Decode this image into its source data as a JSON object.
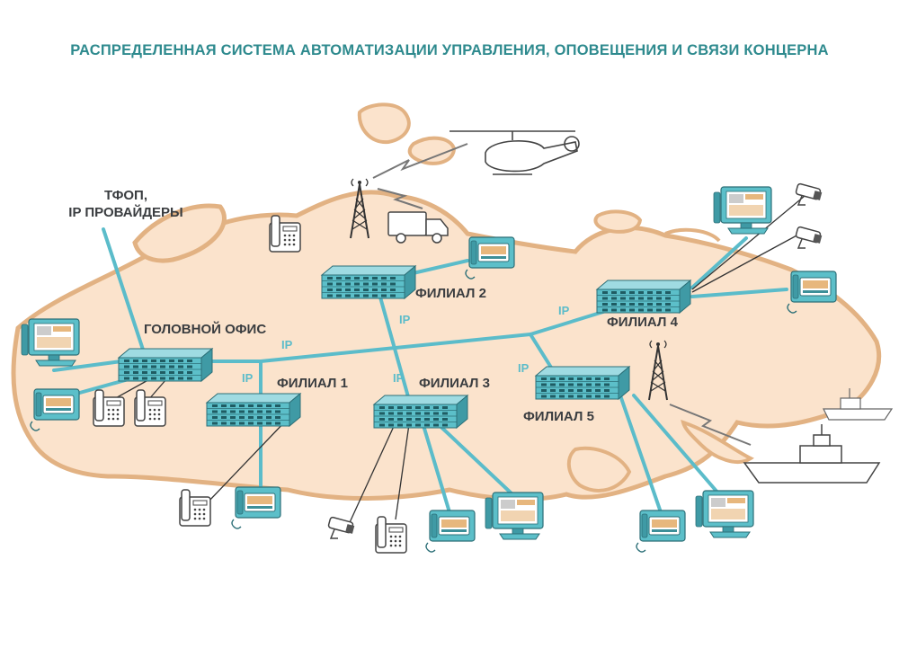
{
  "title": "РАСПРЕДЕЛЕННАЯ СИСТЕМА АВТОМАТИЗАЦИИ УПРАВЛЕНИЯ, ОПОВЕЩЕНИЯ И СВЯЗИ КОНЦЕРНА",
  "pstn_line1": "ТФОП,",
  "pstn_line2": "IP ПРОВАЙДЕРЫ",
  "nodes": {
    "head_office": "ГОЛОВНОЙ ОФИС",
    "branch1": "ФИЛИАЛ 1",
    "branch2": "ФИЛИАЛ 2",
    "branch3": "ФИЛИАЛ 3",
    "branch4": "ФИЛИАЛ 4",
    "branch5": "ФИЛИАЛ 5"
  },
  "link_label": "IP",
  "colors": {
    "title": "#2e8a8e",
    "label": "#3a3d40",
    "link": "#5bbcca",
    "map_fill": "#fbe3cc",
    "map_stroke": "#e2b283",
    "device": "#5cbfc9",
    "device_dark": "#2c7f88"
  }
}
